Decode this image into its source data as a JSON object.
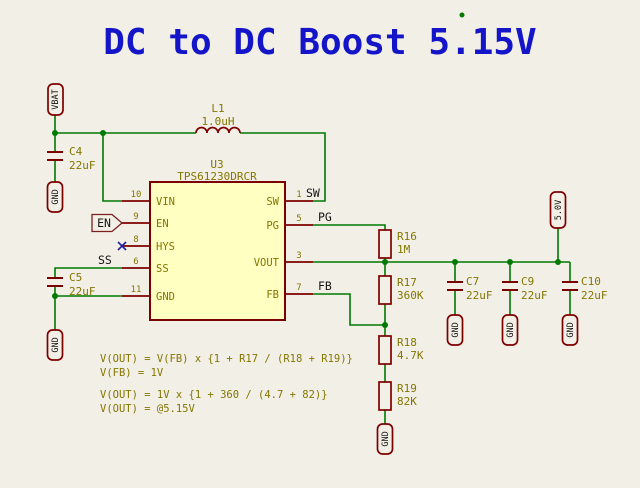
{
  "title": "DC to DC Boost 5.15V",
  "schematic": {
    "power_flags": {
      "vbat": "VBAT",
      "vout": "5.0V",
      "gnd": "GND"
    },
    "inductor": {
      "ref": "L1",
      "value": "1.0uH"
    },
    "ic": {
      "ref": "U3",
      "value": "TPS61230DRCR",
      "pins_left": [
        {
          "num": "10",
          "name": "VIN"
        },
        {
          "num": "9",
          "name": "EN"
        },
        {
          "num": "8",
          "name": "HYS"
        },
        {
          "num": "6",
          "name": "SS"
        },
        {
          "num": "11",
          "name": "GND"
        }
      ],
      "pins_right": [
        {
          "num": "1",
          "name": "SW"
        },
        {
          "num": "5",
          "name": "PG"
        },
        {
          "num": "3",
          "name": "VOUT"
        },
        {
          "num": "7",
          "name": "FB"
        }
      ]
    },
    "capacitors": [
      {
        "ref": "C4",
        "value": "22uF"
      },
      {
        "ref": "C5",
        "value": "22uF"
      },
      {
        "ref": "C7",
        "value": "22uF"
      },
      {
        "ref": "C9",
        "value": "22uF"
      },
      {
        "ref": "C10",
        "value": "22uF"
      }
    ],
    "resistors": [
      {
        "ref": "R16",
        "value": "1M"
      },
      {
        "ref": "R17",
        "value": "360K"
      },
      {
        "ref": "R18",
        "value": "4.7K"
      },
      {
        "ref": "R19",
        "value": "82K"
      }
    ],
    "net_labels": {
      "en": "EN",
      "ss": "SS",
      "sw": "SW",
      "pg": "PG",
      "fb": "FB"
    },
    "notes": [
      "V(OUT) = V(FB) x {1 + R17 / (R18 + R19)}",
      "V(FB) = 1V",
      "V(OUT) = 1V x {1 + 360 / (4.7 + 82)}",
      "V(OUT) = @5.15V"
    ]
  },
  "colors": {
    "background": "#f2efe6",
    "wire": "#007a00",
    "component": "#7d0000",
    "fields": "#847600",
    "ic_fill": "#ffffc2",
    "title": "#1414c8"
  }
}
